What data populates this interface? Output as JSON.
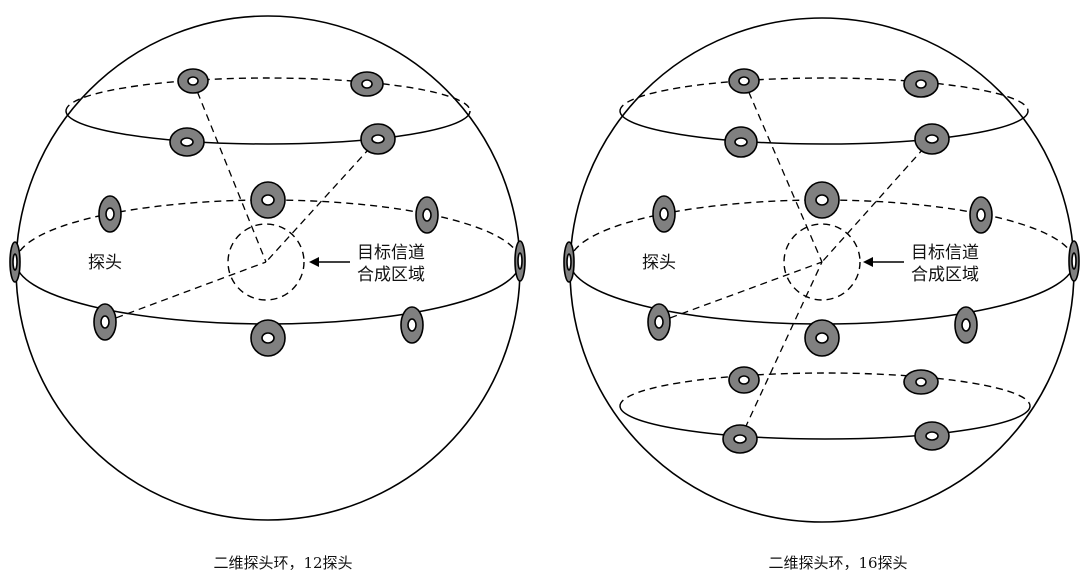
{
  "diagrams": [
    {
      "probe_label": "探头",
      "region_label_line1": "目标信道",
      "region_label_line2": "合成区域",
      "caption": "二维探头环，12探头"
    },
    {
      "probe_label": "探头",
      "region_label_line1": "目标信道",
      "region_label_line2": "合成区域",
      "caption": "二维探头环，16探头"
    }
  ],
  "colors": {
    "stroke": "#000000",
    "probe_fill": "#808080",
    "probe_hole": "#ffffff"
  }
}
